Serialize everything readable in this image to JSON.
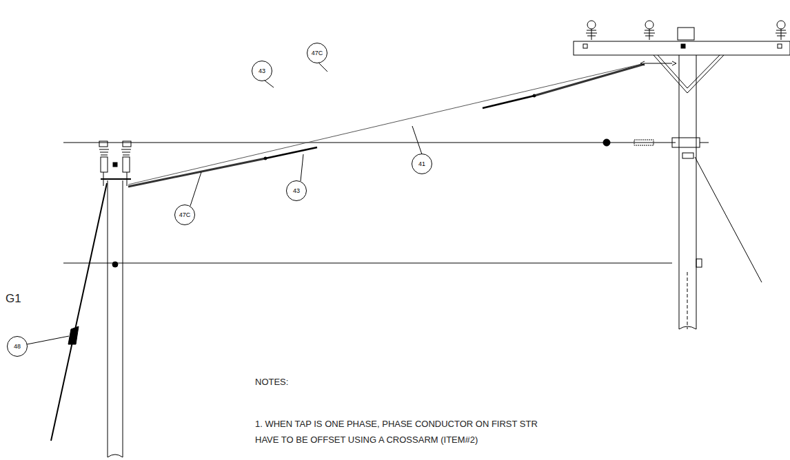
{
  "diagram": {
    "nodes": [
      {
        "text": [
          "43"
        ]
      },
      {
        "text": [
          "47C"
        ]
      },
      {
        "text": [
          "41"
        ]
      },
      {
        "text": [
          "43"
        ]
      },
      {
        "text": [
          "47C"
        ]
      },
      {
        "text": [
          "48"
        ]
      }
    ],
    "labels": [
      "G1",
      "NOTES:",
      "1. WHEN TAP IS ONE PHASE, PHASE CONDUCTOR ON FIRST STR",
      "HAVE TO BE OFFSET USING A CROSSARM (ITEM#2)"
    ]
  }
}
